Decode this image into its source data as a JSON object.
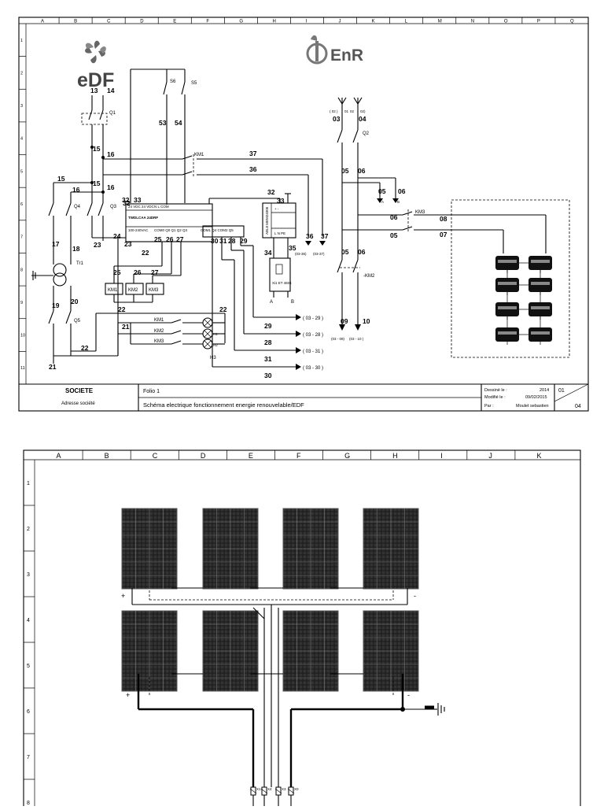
{
  "sheet1": {
    "columns": [
      "A",
      "B",
      "C",
      "D",
      "E",
      "F",
      "G",
      "H",
      "I",
      "J",
      "K",
      "L",
      "M",
      "N",
      "O",
      "P",
      "Q"
    ],
    "rows": [
      "1",
      "2",
      "3",
      "4",
      "5",
      "6",
      "7",
      "8",
      "9",
      "10",
      "11"
    ],
    "logo_edf": "eDF",
    "logo_enr": "EnR",
    "title_block": {
      "company": "SOCIETE",
      "address": "Adresse société",
      "folio": "Folio 1",
      "description": "Schéma electrique fonctionnement energie renouvelable/EDF",
      "drawn_label": "Dessiné le :",
      "drawn_value": "2014",
      "modified_label": "Modifié le :",
      "modified_value": "09/02/2015",
      "by_label": "Par :",
      "by_value": "Moulet sebastien",
      "page": "01",
      "total": "04"
    },
    "components": {
      "q1": "Q1",
      "q2": "Q2",
      "q3": "Q3",
      "q4": "Q4",
      "q5": "Q5",
      "tr1": "Tr1",
      "s6": "S6",
      "s5": "S5",
      "km1_coil": "KM1",
      "km2_coil": "KM2",
      "km3_coil": "KM3",
      "km1_contact": "KM1",
      "km3_contact": "KM3",
      "km2_contact": "-KM2",
      "h1": "H1",
      "h2": "H2",
      "h3": "H3",
      "plc_name": "TWDLCAA 24DRF",
      "plc_io_top": "24 VDC 24 VDC",
      "plc_io_top2": "N L COM",
      "plc_io_left": "100-240VAC",
      "plc_io_bottom": "COM0 Q0 Q1 Q2 Q3",
      "plc_io_bottom2": "COM1 Q4 COM2 Q5",
      "supply_name": "ABL8 MEM24006",
      "supply_io": "+ -",
      "supply_io2": "L N PE",
      "meter_label": "Xi1 ET 4604"
    },
    "wire_numbers": {
      "w13": "13",
      "w14": "14",
      "w53": "53",
      "w54": "54",
      "w15a": "15",
      "w16a": "16",
      "w15b": "15",
      "w16b": "16",
      "w15c": "15",
      "w16c": "16",
      "w37": "37",
      "w36": "36",
      "w32a": "32",
      "w32b": "32",
      "w33a": "33",
      "w32c": "32",
      "w33b": "33",
      "w24": "24",
      "w23a": "23",
      "w23b": "23",
      "w22a": "22",
      "w25a": "25",
      "w26a": "26",
      "w27a": "27",
      "w25b": "25",
      "w26b": "26",
      "w27b": "27",
      "w30": "30",
      "w31": "31",
      "w28": "28",
      "w29": "29",
      "w17": "17",
      "w18": "18",
      "w19": "19",
      "w20": "20",
      "w21a": "21",
      "w21b": "21",
      "w22b": "22",
      "w22c": "22",
      "w22d": "22",
      "w36b": "36",
      "w37b": "37",
      "w34": "34",
      "w35": "35",
      "w29b": "29",
      "w28b": "28",
      "w31b": "31",
      "w30b": "30",
      "w03": "03",
      "w04": "04",
      "w05a": "05",
      "w06a": "06",
      "w05b": "05",
      "w06b": "06",
      "w06c": "06",
      "w05c": "05",
      "w08": "08",
      "w07": "07",
      "w05d": "05",
      "w06d": "06",
      "w09": "09",
      "w10": "10"
    },
    "refs": {
      "r_02a": "( 02 )",
      "r_01": "01",
      "r_02b": "02",
      "r_02c": "02)",
      "r_a": "A",
      "r_b": "B",
      "r_0336": "(03-36)",
      "r_0337": "(03-37)",
      "r_0329": "( 03 - 29 )",
      "r_0328": "( 03 - 28 )",
      "r_0331": "( 03 - 31 )",
      "r_0330": "( 03 - 30 )",
      "r_0309": "(03 - 09)",
      "r_0310": "(03 - 10 )",
      "r_ba": "A",
      "r_bb": "B"
    }
  },
  "sheet2": {
    "columns": [
      "A",
      "B",
      "C",
      "D",
      "E",
      "F",
      "G",
      "H",
      "I",
      "J",
      "K"
    ],
    "rows": [
      "1",
      "2",
      "3",
      "4",
      "5",
      "6",
      "7",
      "8"
    ],
    "plus_top": "+",
    "minus_top": "-",
    "plus_bottom": "+",
    "minus_bottom": "-",
    "fuse_labels": [
      "X1",
      "X4",
      "X3",
      "X0"
    ]
  }
}
